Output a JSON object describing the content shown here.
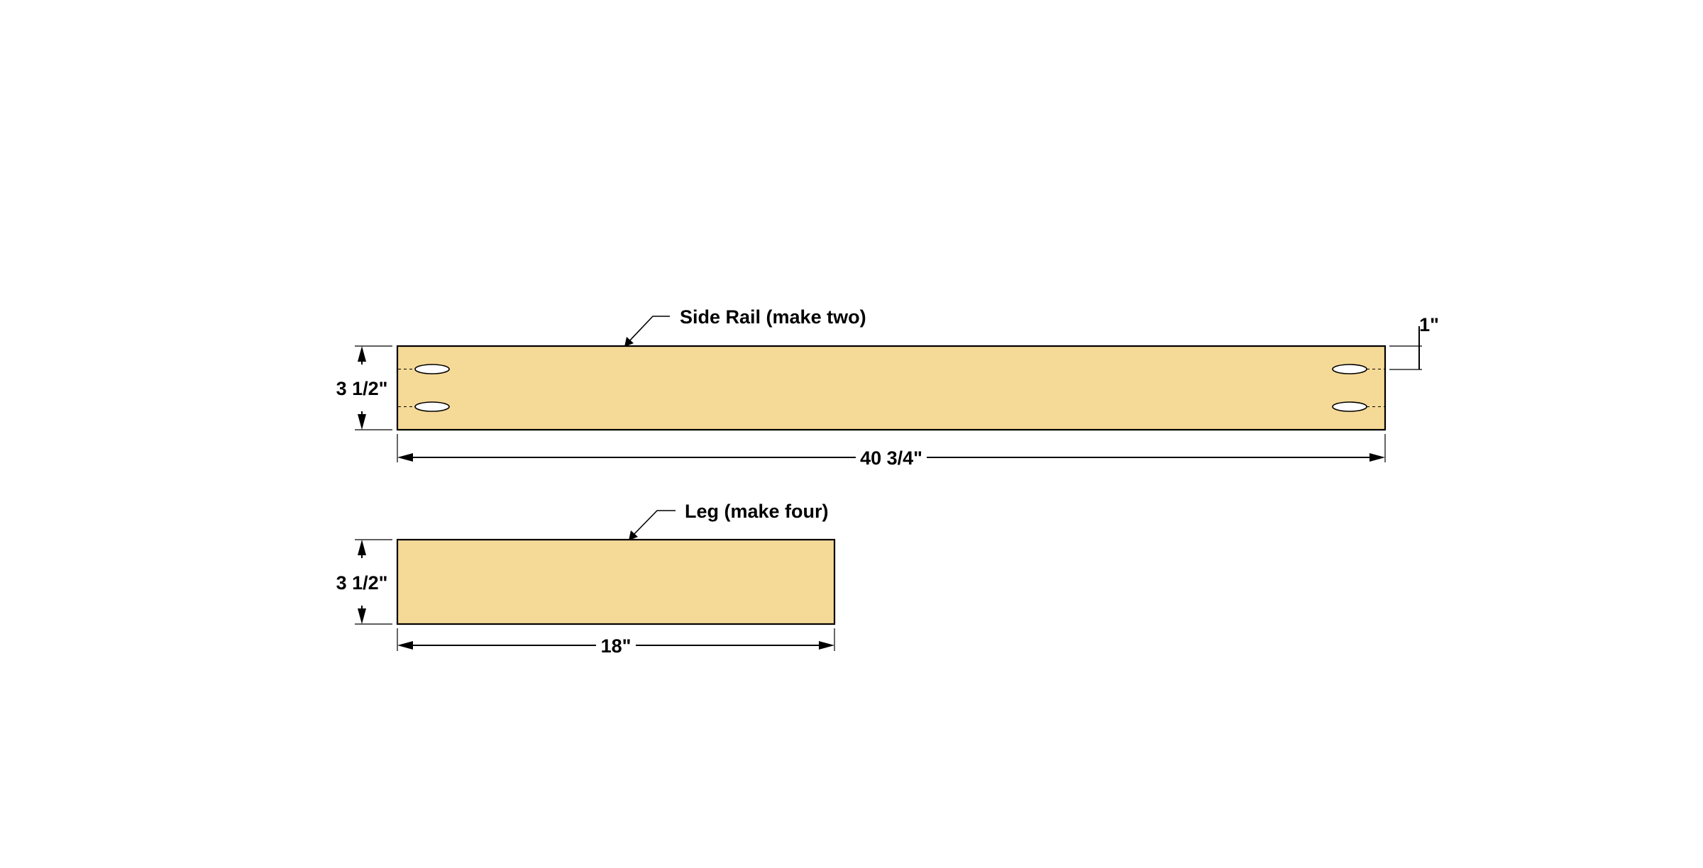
{
  "colors": {
    "wood": "#f5d996",
    "outline": "#000000",
    "background": "#ffffff"
  },
  "side_rail": {
    "callout": "Side Rail (make two)",
    "width_label": "3 1/2\"",
    "length_label": "40 3/4\"",
    "hole_offset_label": "1\""
  },
  "leg": {
    "callout": "Leg (make four)",
    "width_label": "3 1/2\"",
    "length_label": "18\""
  }
}
